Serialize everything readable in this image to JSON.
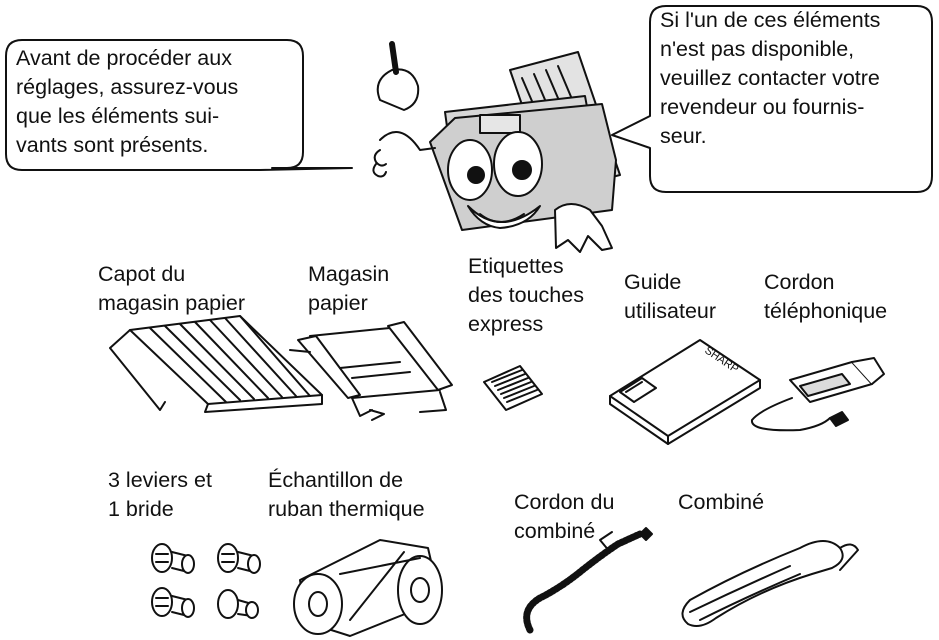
{
  "bubbles": {
    "left": [
      "Avant de procéder aux",
      "réglages, assurez-vous",
      "que les éléments sui-",
      "vants sont présents."
    ],
    "right": [
      "Si l'un de ces éléments",
      "n'est pas disponible,",
      "veuillez contacter votre",
      "revendeur ou fournis-",
      "seur."
    ]
  },
  "items": {
    "paper_cover": [
      "Capot du",
      "magasin papier"
    ],
    "paper_tray": [
      "Magasin",
      "papier"
    ],
    "labels": [
      "Etiquettes",
      "des touches",
      "express"
    ],
    "manual": [
      "Guide",
      "utilisateur"
    ],
    "phone_cord": [
      "Cordon",
      "téléphonique"
    ],
    "levers": [
      "3 leviers et",
      "1 bride"
    ],
    "ribbon": [
      "Échantillon de",
      "ruban thermique"
    ],
    "handset_cord": [
      "Cordon du",
      "combiné"
    ],
    "handset": [
      "Combiné"
    ]
  },
  "brand": "SHARP"
}
